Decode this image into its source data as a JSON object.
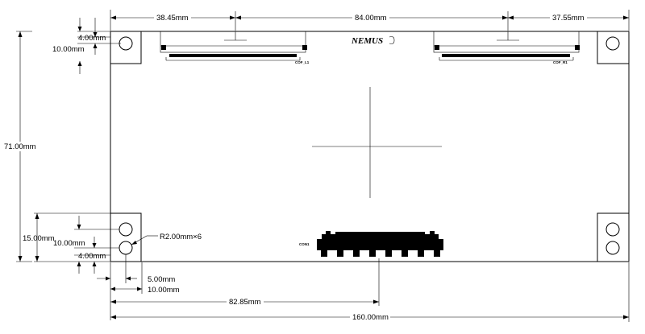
{
  "logo": "NEMUS",
  "labels": {
    "cof_left": "COF_L1",
    "cof_right": "COF_R1",
    "conn": "CON1"
  },
  "dimensions": {
    "top_left": "38.45mm",
    "top_mid": "84.00mm",
    "top_right": "37.55mm",
    "hole_top_4": "4.00mm",
    "hole_top_10": "10.00mm",
    "height_71": "71.00mm",
    "bottom_15": "15.00mm",
    "bottom_10": "10.00mm",
    "bottom_4": "4.00mm",
    "radius": "R2.00mm×6",
    "x_5": "5.00mm",
    "x_10": "10.00mm",
    "x_82": "82.85mm",
    "width_160": "160.00mm"
  }
}
